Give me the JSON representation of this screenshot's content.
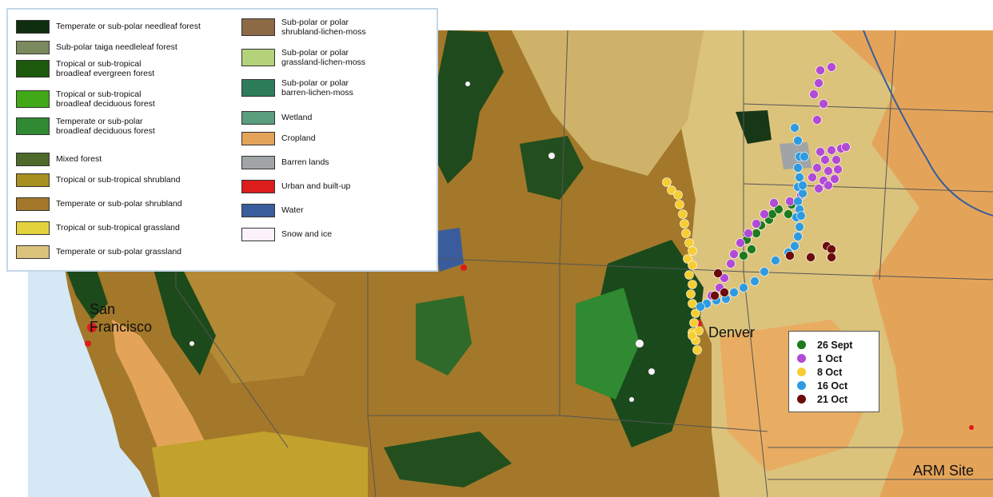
{
  "legend": {
    "left_items": [
      {
        "label": "Temperate or sub-polar needleaf forest",
        "color": "#0f2e0f"
      },
      {
        "label": "Sub-polar taiga needleleaf forest",
        "color": "#7b8a5e"
      },
      {
        "label": "Tropical or sub-tropical\nbroadleaf evergreen forest",
        "color": "#1d5a0c"
      },
      {
        "label": "Tropical or sub-tropical\nbroadleaf deciduous forest",
        "color": "#41a817"
      },
      {
        "label": "Temperate or sub-polar\nbroadleaf deciduous forest",
        "color": "#2f8a32"
      },
      {
        "label": "Mixed forest",
        "color": "#4d6a2b"
      },
      {
        "label": "Tropical or sub-tropical shrubland",
        "color": "#a89020"
      },
      {
        "label": "Temperate or sub-polar shrubland",
        "color": "#a3782a"
      },
      {
        "label": "Tropical or sub-tropical grassland",
        "color": "#e4d23c"
      },
      {
        "label": "Temperate or sub-polar grassland",
        "color": "#dcc37c"
      }
    ],
    "right_items": [
      {
        "label": "Sub-polar or polar\nshrubland-lichen-moss",
        "color": "#8c6a45"
      },
      {
        "label": "Sub-polar or polar\ngrassland-lichen-moss",
        "color": "#b4d27a"
      },
      {
        "label": "Sub-polar or polar\nbarren-lichen-moss",
        "color": "#2e7d5a"
      },
      {
        "label": "Wetland",
        "color": "#5a9e7d"
      },
      {
        "label": "Cropland",
        "color": "#e3a45a"
      },
      {
        "label": "Barren lands",
        "color": "#a0a4a6"
      },
      {
        "label": "Urban and built-up",
        "color": "#dd1c1c"
      },
      {
        "label": "Water",
        "color": "#3a5c9c"
      },
      {
        "label": "Snow and ice",
        "color": "#fdf2fc"
      }
    ]
  },
  "cities": {
    "san_francisco": "San\nFrancisco",
    "denver": "Denver",
    "arm_site": "ARM Site"
  },
  "flight_dates": [
    {
      "label": "26 Sept",
      "color": "#1d7a1d"
    },
    {
      "label": "1 Oct",
      "color": "#b14ad6"
    },
    {
      "label": "8 Oct",
      "color": "#f7cd32"
    },
    {
      "label": "16 Oct",
      "color": "#2e9be0"
    },
    {
      "label": "21 Oct",
      "color": "#6b0b0b"
    }
  ],
  "colors": {
    "ocean": "#d4e8f6",
    "border_lines": "#555555"
  }
}
